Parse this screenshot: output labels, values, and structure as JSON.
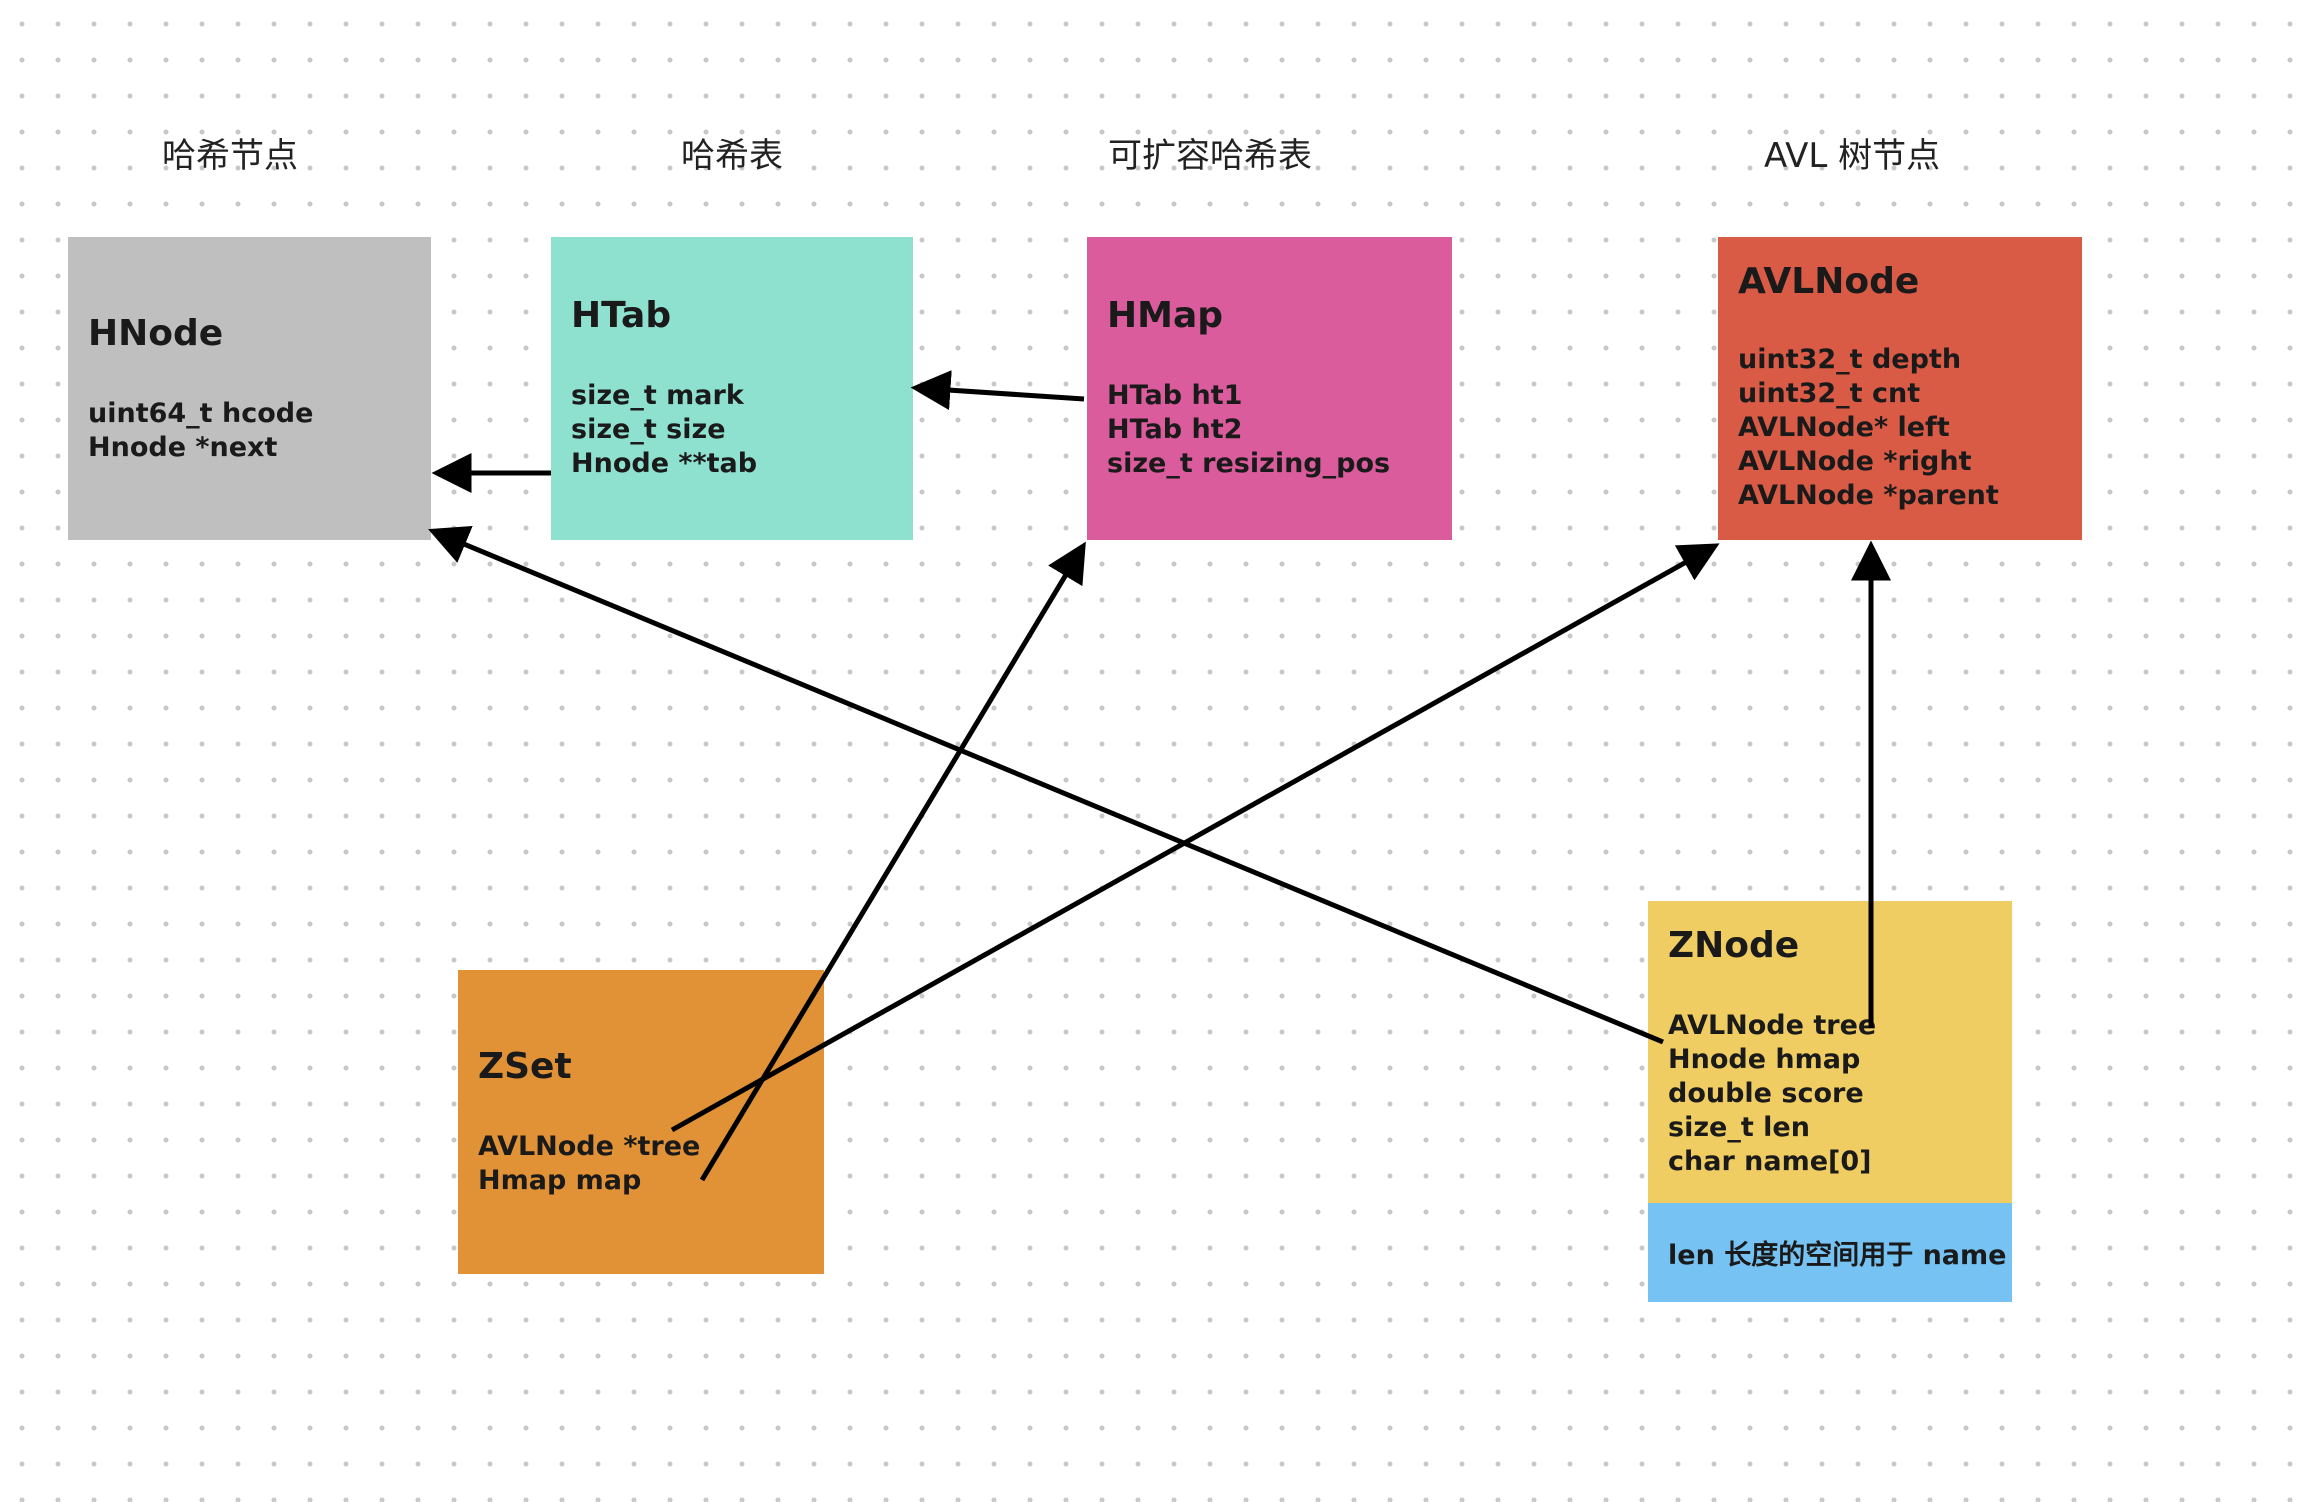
{
  "headings": {
    "hnode": "哈希节点",
    "htab": "哈希表",
    "hmap": "可扩容哈希表",
    "avl": "AVL 树节点"
  },
  "boxes": {
    "hnode": {
      "title": "HNode",
      "fields": [
        "uint64_t hcode",
        "Hnode *next"
      ],
      "color": "#bfbfbf"
    },
    "htab": {
      "title": "HTab",
      "fields": [
        "size_t mark",
        "size_t size",
        "Hnode **tab"
      ],
      "color": "#8fe1cf"
    },
    "hmap": {
      "title": "HMap",
      "fields": [
        "HTab ht1",
        "HTab ht2",
        "size_t resizing_pos"
      ],
      "color": "#da5c9c"
    },
    "avlnode": {
      "title": "AVLNode",
      "fields": [
        "uint32_t depth",
        "uint32_t cnt",
        "AVLNode* left",
        "AVLNode *right",
        "AVLNode *parent"
      ],
      "color": "#d95b46"
    },
    "zset": {
      "title": "ZSet",
      "fields": [
        "AVLNode *tree",
        "Hmap map"
      ],
      "color": "#e29236"
    },
    "znode": {
      "title": "ZNode",
      "fields": [
        "AVLNode tree",
        "Hnode hmap",
        "double score",
        "size_t len",
        "char name[0]"
      ],
      "color": "#f0cd62"
    },
    "name_space": {
      "label": "len 长度的空间用于 name",
      "color": "#76c2f2"
    }
  },
  "connectors": [
    {
      "from": "htab.tab",
      "to": "hnode"
    },
    {
      "from": "hmap.ht1",
      "to": "htab"
    },
    {
      "from": "zset.tree",
      "to": "avlnode"
    },
    {
      "from": "zset.map",
      "to": "hmap"
    },
    {
      "from": "znode.tree",
      "to": "avlnode"
    },
    {
      "from": "znode.hmap",
      "to": "hnode"
    }
  ]
}
